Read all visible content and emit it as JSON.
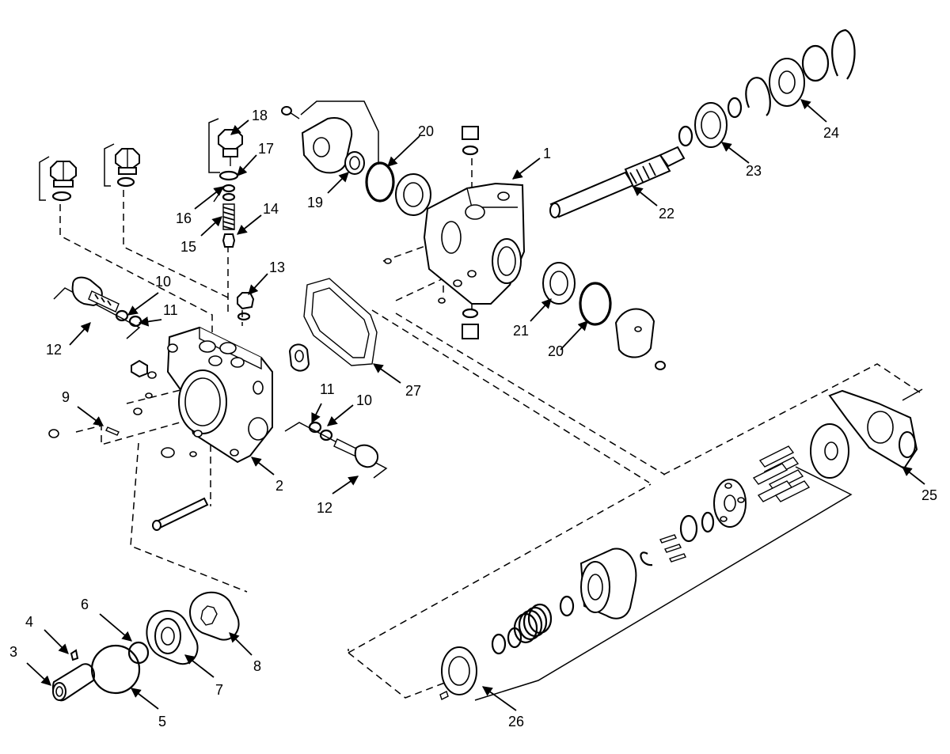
{
  "callouts": [
    {
      "id": "c1",
      "label": "1"
    },
    {
      "id": "c2",
      "label": "2"
    },
    {
      "id": "c3",
      "label": "3"
    },
    {
      "id": "c4",
      "label": "4"
    },
    {
      "id": "c5",
      "label": "5"
    },
    {
      "id": "c6",
      "label": "6"
    },
    {
      "id": "c7",
      "label": "7"
    },
    {
      "id": "c8",
      "label": "8"
    },
    {
      "id": "c9",
      "label": "9"
    },
    {
      "id": "c10a",
      "label": "10"
    },
    {
      "id": "c10b",
      "label": "10"
    },
    {
      "id": "c11a",
      "label": "11"
    },
    {
      "id": "c11b",
      "label": "11"
    },
    {
      "id": "c12a",
      "label": "12"
    },
    {
      "id": "c12b",
      "label": "12"
    },
    {
      "id": "c13",
      "label": "13"
    },
    {
      "id": "c14",
      "label": "14"
    },
    {
      "id": "c15",
      "label": "15"
    },
    {
      "id": "c16",
      "label": "16"
    },
    {
      "id": "c17",
      "label": "17"
    },
    {
      "id": "c18",
      "label": "18"
    },
    {
      "id": "c19",
      "label": "19"
    },
    {
      "id": "c20a",
      "label": "20"
    },
    {
      "id": "c20b",
      "label": "20"
    },
    {
      "id": "c21",
      "label": "21"
    },
    {
      "id": "c22",
      "label": "22"
    },
    {
      "id": "c23",
      "label": "23"
    },
    {
      "id": "c24",
      "label": "24"
    },
    {
      "id": "c25",
      "label": "25"
    },
    {
      "id": "c26",
      "label": "26"
    },
    {
      "id": "c27",
      "label": "27"
    }
  ]
}
